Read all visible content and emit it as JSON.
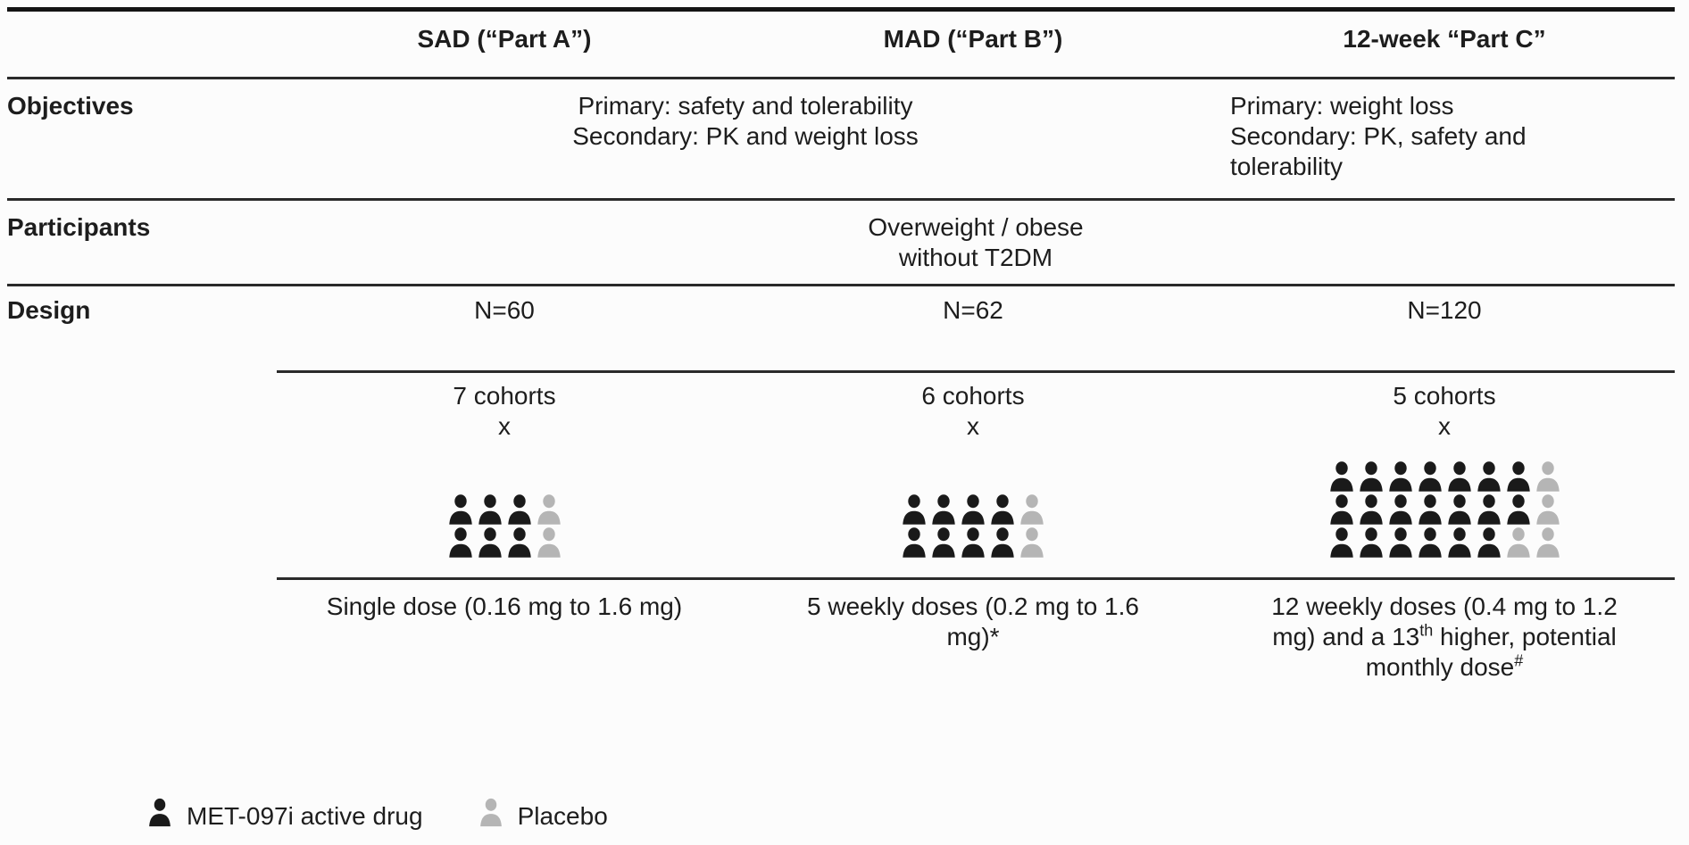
{
  "colors": {
    "active": "#1a1a1a",
    "placebo": "#b5b5b5",
    "rule": "#2a2a2a",
    "background": "#fcfcfc",
    "text": "#1d1d1d"
  },
  "table": {
    "header": {
      "columns": [
        "SAD (“Part A”)",
        "MAD (“Part B”)",
        "12-week “Part C”"
      ]
    },
    "rows": {
      "objectives": {
        "label": "Objectives",
        "merged_ab_lines": [
          "Primary: safety and tolerability",
          "Secondary: PK and weight loss"
        ],
        "part_c_lines": [
          "Primary: weight loss",
          "Secondary: PK, safety and tolerability"
        ]
      },
      "participants": {
        "label": "Participants",
        "merged_lines": [
          "Overweight / obese",
          "without T2DM"
        ]
      },
      "design": {
        "label": "Design",
        "columns": [
          {
            "n": "N=60",
            "cohorts": "7 cohorts",
            "times": "x",
            "pictogram": [
              [
                "active",
                "active",
                "active",
                "placebo"
              ],
              [
                "active",
                "active",
                "active",
                "placebo"
              ]
            ],
            "dose_segments": [
              {
                "text": "Single dose (0.16 mg to 1.6 mg)"
              }
            ]
          },
          {
            "n": "N=62",
            "cohorts": "6 cohorts",
            "times": "x",
            "pictogram": [
              [
                "active",
                "active",
                "active",
                "active",
                "placebo"
              ],
              [
                "active",
                "active",
                "active",
                "active",
                "placebo"
              ]
            ],
            "dose_segments": [
              {
                "text": "5 weekly doses (0.2 mg to 1.6 mg)*"
              }
            ]
          },
          {
            "n": "N=120",
            "cohorts": "5 cohorts",
            "times": "x",
            "pictogram": [
              [
                "active",
                "active",
                "active",
                "active",
                "active",
                "active",
                "active",
                "placebo"
              ],
              [
                "active",
                "active",
                "active",
                "active",
                "active",
                "active",
                "active",
                "placebo"
              ],
              [
                "active",
                "active",
                "active",
                "active",
                "active",
                "active",
                "placebo",
                "placebo"
              ]
            ],
            "dose_segments": [
              {
                "text": "12 weekly doses (0.4 mg to 1.2 mg) and a 13"
              },
              {
                "text": "th",
                "sup": true
              },
              {
                "text": " higher, potential monthly dose"
              },
              {
                "text": "#",
                "sup": true
              }
            ]
          }
        ]
      }
    }
  },
  "legend": {
    "items": [
      {
        "icon": "person-icon",
        "swatch": "active",
        "label": "MET-097i active drug"
      },
      {
        "icon": "person-icon",
        "swatch": "placebo",
        "label": "Placebo"
      }
    ]
  }
}
